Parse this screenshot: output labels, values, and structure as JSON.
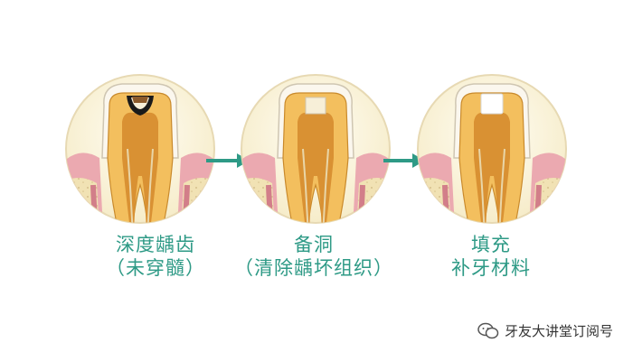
{
  "steps": [
    {
      "title": "深度龋齿",
      "subtitle": "（未穿髓）",
      "stage": "deep-caries"
    },
    {
      "title": "备洞",
      "subtitle": "（清除龋坏组织）",
      "stage": "cavity-prep"
    },
    {
      "title": "填充",
      "subtitle": "补牙材料",
      "stage": "filled"
    }
  ],
  "watermark": "牙友大讲堂订阅号",
  "colors": {
    "caption": "#2e9a86",
    "arrow": "#2e9a86",
    "gum": "#eba9b0",
    "bone": "#f1e2b4",
    "enamel": "#fbf7ee",
    "dentin": "#f3bf5e",
    "pulp": "#d99133",
    "decay": "#1a1a1a",
    "filling": "#ffffff"
  }
}
